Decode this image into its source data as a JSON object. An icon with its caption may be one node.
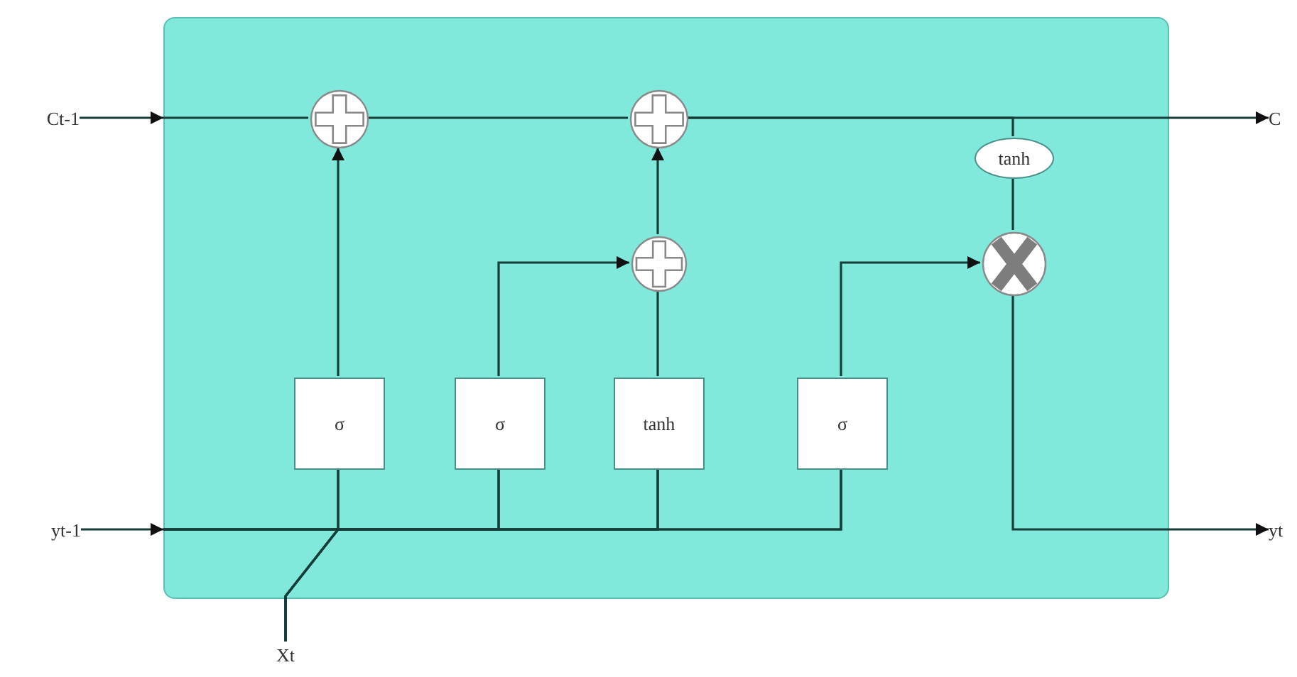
{
  "diagram": {
    "nodes": [
      {
        "text": [],
        "shape": "box"
      },
      {
        "text": [
          "Ct-1"
        ]
      },
      {
        "text": [
          "yt-1"
        ]
      },
      {
        "text": [
          "Xt"
        ]
      },
      {
        "text": [
          "C"
        ]
      },
      {
        "text": [
          "yt"
        ]
      },
      {
        "text": [],
        "shape": "circle",
        "in": 0
      },
      {
        "text": [],
        "shape": "circle",
        "in": 0
      },
      {
        "text": [],
        "shape": "circle",
        "in": 0
      },
      {
        "text": [],
        "shape": "circle",
        "in": 0
      },
      {
        "text": [
          "tanh"
        ],
        "in": 0
      },
      {
        "text": [
          "σ"
        ],
        "in": 0
      },
      {
        "text": [
          "σ"
        ],
        "in": 0
      },
      {
        "text": [
          "tanh"
        ],
        "in": 0
      },
      {
        "text": [
          "σ"
        ],
        "in": 0
      }
    ],
    "edges": [
      {
        "from": 1,
        "to": 0,
        "arrow": "to"
      },
      {
        "from": 0,
        "to": 6,
        "arrow": "none"
      },
      {
        "from": 6,
        "to": 7,
        "arrow": "none"
      },
      {
        "from": 7,
        "to": 4,
        "arrow": "to"
      },
      {
        "from": 11,
        "to": 6,
        "arrow": "to"
      },
      {
        "from": 12,
        "to": 8,
        "arrow": "to"
      },
      {
        "from": 13,
        "to": 8,
        "arrow": "none"
      },
      {
        "from": 8,
        "to": 7,
        "arrow": "to"
      },
      {
        "from": 14,
        "to": 9,
        "arrow": "to"
      },
      {
        "from": 7,
        "to": 10,
        "arrow": "none"
      },
      {
        "from": 10,
        "to": 9,
        "arrow": "none"
      },
      {
        "from": 9,
        "to": 5,
        "arrow": "to"
      },
      {
        "from": 2,
        "to": 0,
        "arrow": "to"
      },
      {
        "from": 0,
        "to": 11,
        "arrow": "none"
      },
      {
        "from": 0,
        "to": 12,
        "arrow": "none"
      },
      {
        "from": 0,
        "to": 13,
        "arrow": "none"
      },
      {
        "from": 0,
        "to": 14,
        "arrow": "none"
      },
      {
        "from": 3,
        "to": 11,
        "arrow": "none"
      },
      {
        "from": 3,
        "to": 12,
        "arrow": "none"
      },
      {
        "from": 3,
        "to": 13,
        "arrow": "none"
      },
      {
        "from": 3,
        "to": 14,
        "arrow": "none"
      }
    ]
  }
}
